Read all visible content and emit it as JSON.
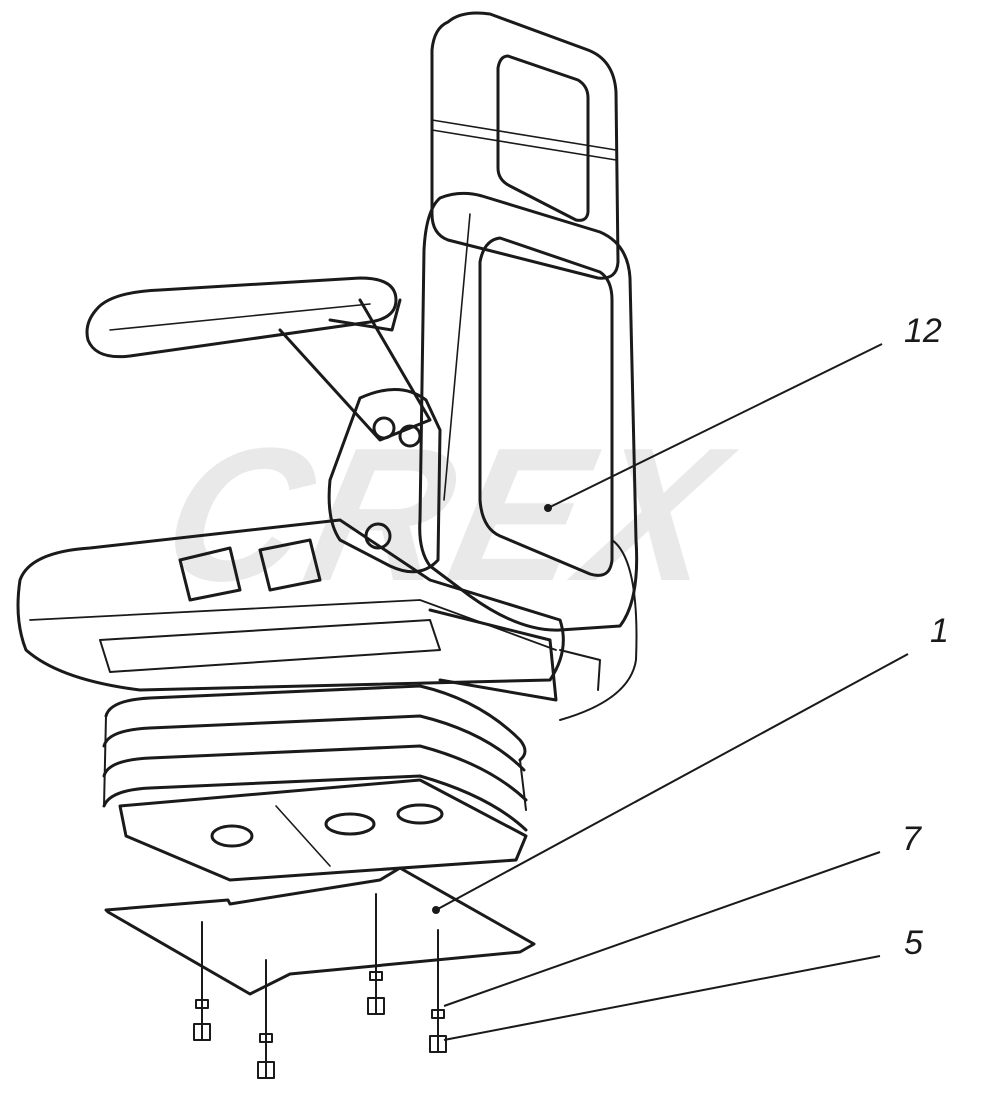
{
  "watermark": {
    "text": "CREX"
  },
  "callouts": [
    {
      "id": "12",
      "label": "12"
    },
    {
      "id": "1",
      "label": "1"
    },
    {
      "id": "7",
      "label": "7"
    },
    {
      "id": "5",
      "label": "5"
    }
  ],
  "colors": {
    "line": "#1a1a1a",
    "watermark": "#e9e9e9",
    "background": "#ffffff"
  }
}
